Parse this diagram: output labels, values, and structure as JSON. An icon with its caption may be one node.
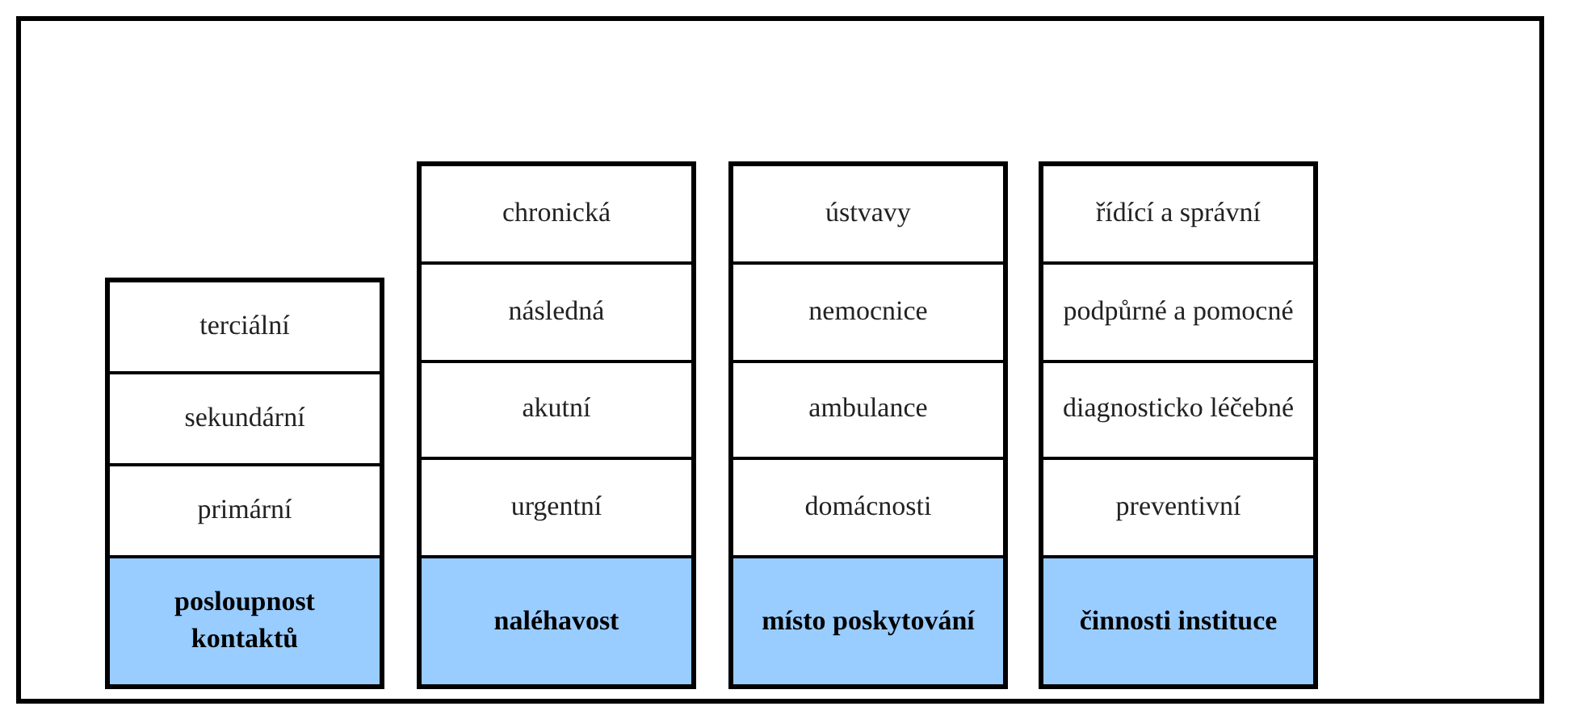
{
  "diagram": {
    "nodes": [
      {
        "text": [
          "terciální"
        ]
      },
      {
        "text": [
          "sekundární"
        ]
      },
      {
        "text": [
          "primární"
        ]
      },
      {
        "text": [
          "posloupnost kontaktů"
        ]
      },
      {
        "text": [
          "chronická"
        ]
      },
      {
        "text": [
          "následná"
        ]
      },
      {
        "text": [
          "akutní"
        ]
      },
      {
        "text": [
          "urgentní"
        ]
      },
      {
        "text": [
          "naléhavost"
        ]
      },
      {
        "text": [
          "ústvavy"
        ]
      },
      {
        "text": [
          "nemocnice"
        ]
      },
      {
        "text": [
          "ambulance"
        ]
      },
      {
        "text": [
          "domácnosti"
        ]
      },
      {
        "text": [
          "místo poskytování"
        ]
      },
      {
        "text": [
          "řídící a správní"
        ]
      },
      {
        "text": [
          "podpůrné a pomocné"
        ]
      },
      {
        "text": [
          "diagnosticko léčebné"
        ]
      },
      {
        "text": [
          "preventivní"
        ]
      },
      {
        "text": [
          "činnosti instituce"
        ]
      }
    ]
  }
}
